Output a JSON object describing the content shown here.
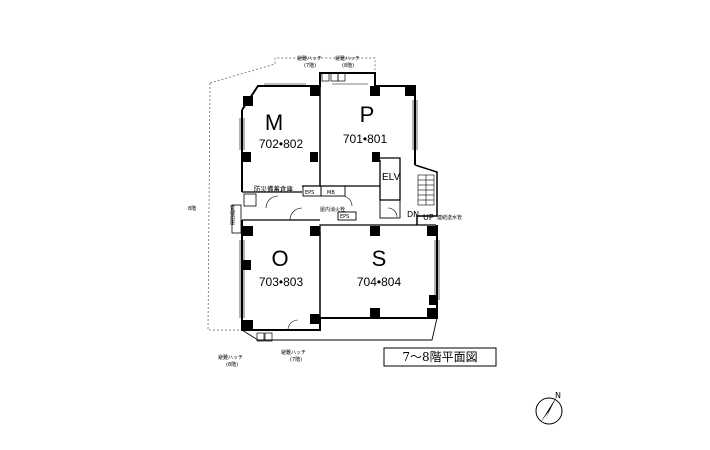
{
  "rooms": [
    {
      "letter": "M",
      "units": "702•802"
    },
    {
      "letter": "P",
      "units": "701•801"
    },
    {
      "letter": "O",
      "units": "703•803"
    },
    {
      "letter": "S",
      "units": "704•804"
    }
  ],
  "labels": {
    "hatch_top_left": "避難ハッチ",
    "hatch_top_left_sub": "(7階)",
    "hatch_top_right": "避難ハッチ",
    "hatch_top_right_sub": "(8階)",
    "hatch_bottom_left": "避難ハッチ",
    "hatch_bottom_left_sub": "(8階)",
    "hatch_bottom_right": "避難ハッチ",
    "hatch_bottom_right_sub": "(7階)",
    "elv": "ELV",
    "eps_top": "EPS",
    "mb": "MB",
    "eps_mid": "EPS",
    "storage": "防災備蓄倉庫",
    "hydrant": "屋内消火栓",
    "pipe_shaft": "管理用庫",
    "dn": "DN",
    "up": "UP",
    "water_pipe": "連結送水管",
    "floor_8": "8階"
  },
  "title": "7〜8階平面図",
  "compass": "N"
}
